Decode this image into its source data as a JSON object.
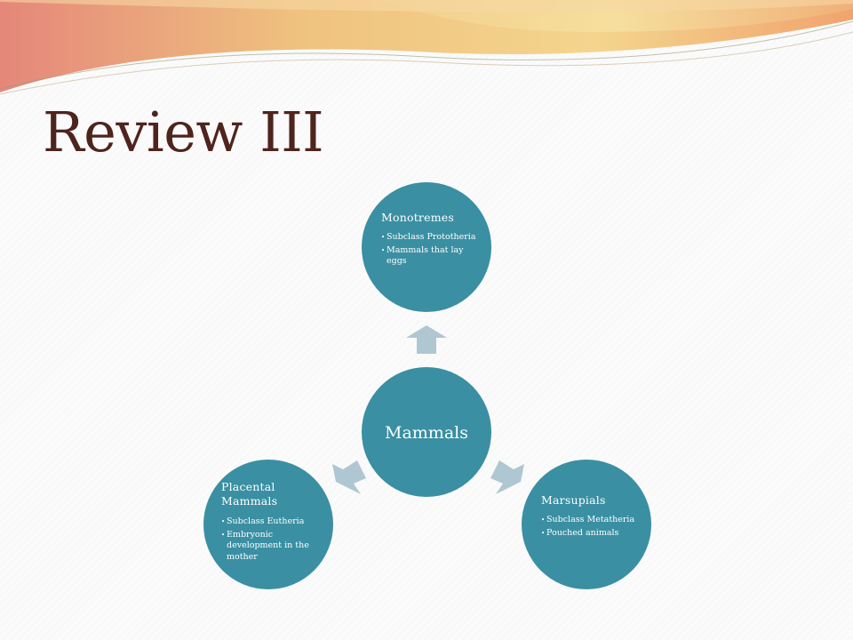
{
  "slide": {
    "title": "Review III"
  },
  "colors": {
    "node_fill": "#3a8fa3",
    "arrow_fill": "#afc7d3",
    "title_color": "#4e241d",
    "wave_orange": "#e99b6f",
    "wave_yellow": "#f2d890"
  },
  "diagram": {
    "center": {
      "label": "Mammals"
    },
    "nodes": [
      {
        "key": "top",
        "title": "Monotremes",
        "bullets": [
          "Subclass Prototheria",
          "Mammals that lay eggs"
        ]
      },
      {
        "key": "left",
        "title": "Placental Mammals",
        "bullets": [
          "Subclass Eutheria",
          "Embryonic development in the mother"
        ]
      },
      {
        "key": "right",
        "title": "Marsupials",
        "bullets": [
          "Subclass Metatheria",
          "Pouched animals"
        ]
      }
    ]
  }
}
